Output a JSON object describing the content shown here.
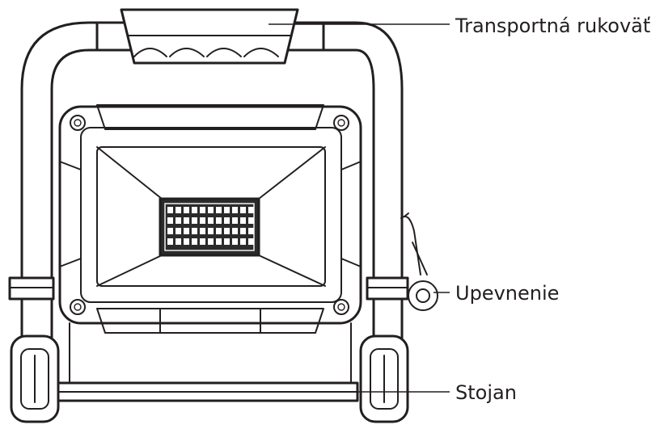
{
  "labels": {
    "handle": "Transportná rukoväť",
    "mount": "Upevnenie",
    "stand": "Stojan"
  },
  "line_color": "#231f20",
  "background_color": "#ffffff"
}
